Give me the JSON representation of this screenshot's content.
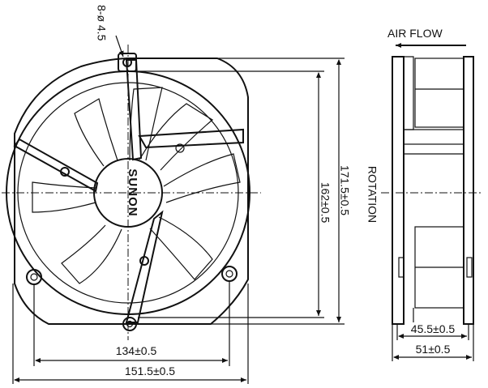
{
  "front_view": {
    "hole_spec": "8-ø 4.5",
    "brand": "SUNON",
    "dim_hole_spacing_h": "134±0.5",
    "dim_overall_width": "151.5±0.5",
    "dim_overall_height": "171.5±0.5",
    "dim_hole_spacing_v": "162±0.5"
  },
  "side_view": {
    "airflow_label": "AIR FLOW",
    "rotation_label": "ROTATION",
    "dim_body_depth": "45.5±0.5",
    "dim_overall_depth": "51±0.5"
  }
}
